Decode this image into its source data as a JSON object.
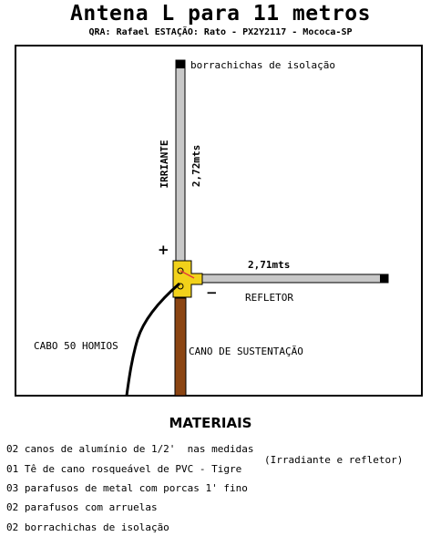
{
  "header": {
    "title": "Antena L para 11 metros",
    "subtitle": "QRA: Rafael ESTAÇÃO: Rato - PX2Y2117 - Mococa-SP"
  },
  "diagram": {
    "labels": {
      "insulators": "borrachichas de isolação",
      "radiator": "IRRIANTE",
      "radiator_length": "2,72mts",
      "plus": "+",
      "minus": "−",
      "reflector_length": "2,71mts",
      "reflector": "REFLETOR",
      "cable": "CABO 50 HOMIOS",
      "support": "CANO DE SUSTENTAÇÃO"
    },
    "colors": {
      "element_fill": "#c8c8c8",
      "element_stroke": "#000000",
      "cap": "#000000",
      "tee_fill": "#f2d21a",
      "support_fill": "#8b4513",
      "cable": "#000000",
      "connector_red": "#e33a3a"
    }
  },
  "materials": {
    "title": "MATERIAIS",
    "items": [
      "02 canos de alumínio de 1/2'  nas medidas",
      "01 Tê de cano rosqueável de PVC - Tigre",
      "03 parafusos de metal com porcas 1' fino",
      "02 parafusos com arruelas",
      "02 borrachichas de isolação"
    ],
    "note": "(Irradiante e refletor)"
  }
}
